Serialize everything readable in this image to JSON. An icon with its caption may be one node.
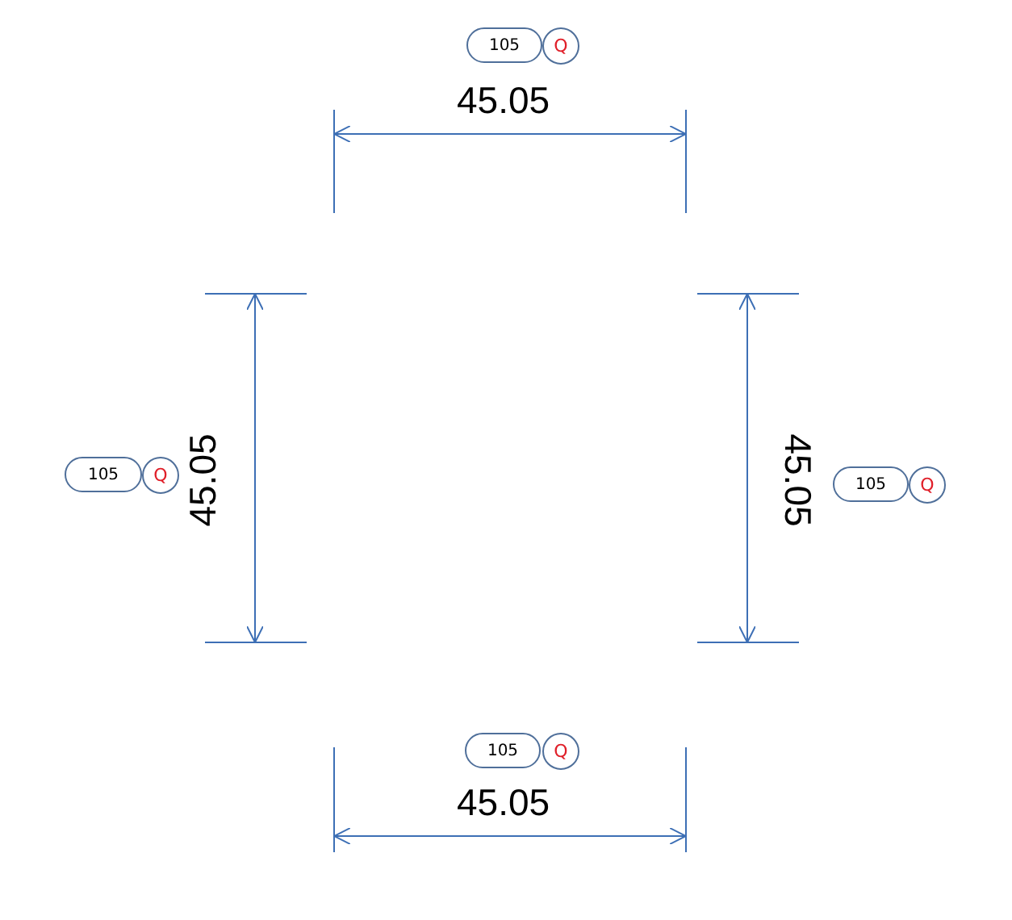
{
  "diagram": {
    "nodes": [
      {
        "text": [
          "105"
        ]
      },
      {
        "text": [
          "Q"
        ]
      },
      {
        "text": [
          "105"
        ]
      },
      {
        "text": [
          "Q"
        ]
      },
      {
        "text": [
          "105"
        ]
      },
      {
        "text": [
          "Q"
        ]
      },
      {
        "text": [
          "105"
        ]
      },
      {
        "text": [
          "Q"
        ]
      }
    ],
    "labels": [
      "45.05",
      "45.05",
      "45.05",
      "45.05"
    ]
  }
}
